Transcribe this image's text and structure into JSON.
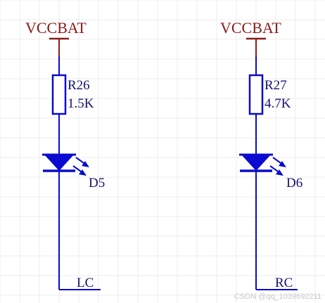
{
  "colors": {
    "background": "#ffffff",
    "grid": "#ececec",
    "power_wire": "#8b1a1a",
    "power_label": "#8b1a1a",
    "component": "#0a0ad0",
    "label": "#14146e",
    "watermark": "#c8c8c8"
  },
  "left_branch": {
    "power_label": "VCCBAT",
    "resistor_ref": "R26",
    "resistor_value": "1.5K",
    "led_ref": "D5",
    "net_label": "LC"
  },
  "right_branch": {
    "power_label": "VCCBAT",
    "resistor_ref": "R27",
    "resistor_value": "4.7K",
    "led_ref": "D6",
    "net_label": "RC"
  },
  "watermark": "CSDN @qq_1039692211"
}
